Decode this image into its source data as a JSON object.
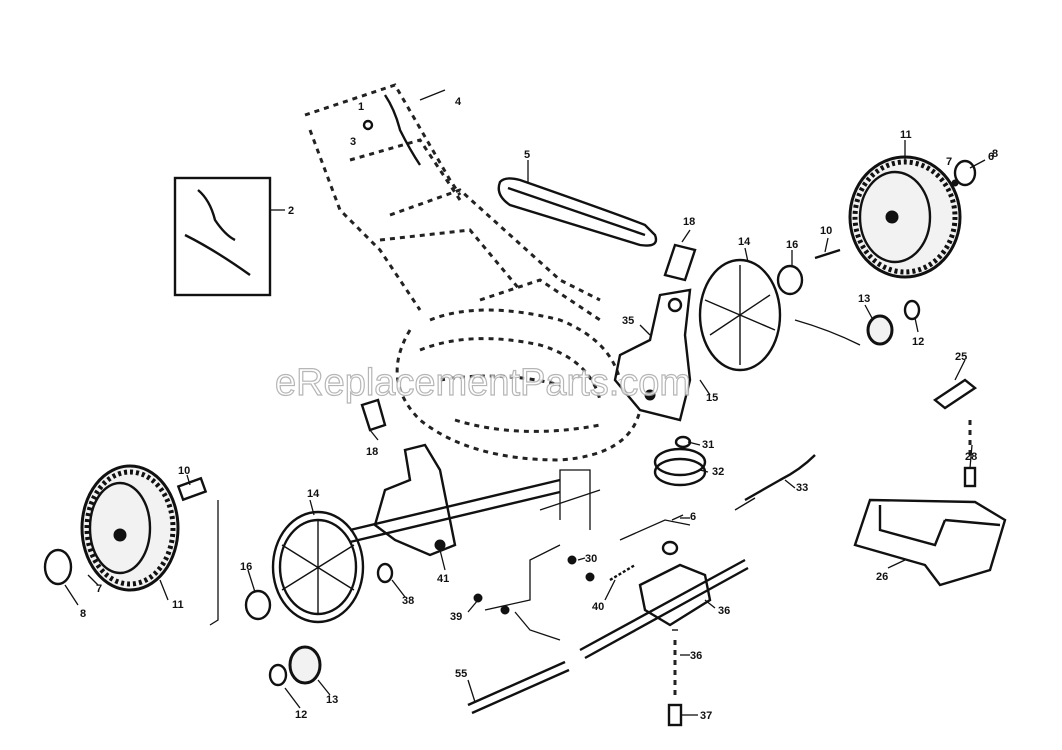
{
  "watermark": "eReplacementParts.com",
  "labels": {
    "l1": "1",
    "l2": "2",
    "l3": "3",
    "l4": "4",
    "l5": "5",
    "l6a": "6",
    "l6b": "6",
    "l7a": "7",
    "l7b": "7",
    "l8a": "8",
    "l8b": "8",
    "l10a": "10",
    "l10b": "10",
    "l11a": "11",
    "l11b": "11",
    "l12a": "12",
    "l12b": "12",
    "l13a": "13",
    "l13b": "13",
    "l14a": "14",
    "l14b": "14",
    "l15": "15",
    "l16a": "16",
    "l16b": "16",
    "l18a": "18",
    "l18b": "18",
    "l25": "25",
    "l26": "26",
    "l28": "28",
    "l30": "30",
    "l31": "31",
    "l32": "32",
    "l33": "33",
    "l35": "35",
    "l36": "36",
    "l37": "37",
    "l38": "38",
    "l39": "39",
    "l40": "40",
    "l41": "41",
    "l55": "55"
  }
}
